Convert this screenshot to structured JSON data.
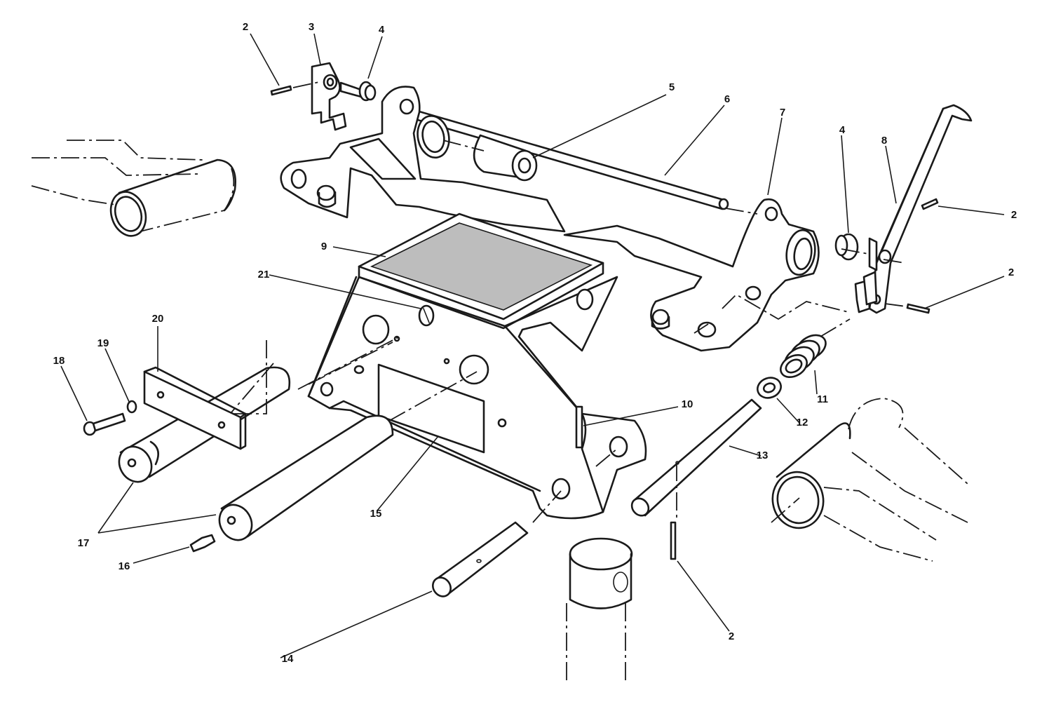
{
  "callouts": [
    {
      "id": "c2a",
      "label": "2"
    },
    {
      "id": "c3",
      "label": "3"
    },
    {
      "id": "c4a",
      "label": "4"
    },
    {
      "id": "c5",
      "label": "5"
    },
    {
      "id": "c6",
      "label": "6"
    },
    {
      "id": "c7",
      "label": "7"
    },
    {
      "id": "c4b",
      "label": "4"
    },
    {
      "id": "c8",
      "label": "8"
    },
    {
      "id": "c2b",
      "label": "2"
    },
    {
      "id": "c2c",
      "label": "2"
    },
    {
      "id": "c9",
      "label": "9"
    },
    {
      "id": "c21",
      "label": "21"
    },
    {
      "id": "c20",
      "label": "20"
    },
    {
      "id": "c19",
      "label": "19"
    },
    {
      "id": "c18",
      "label": "18"
    },
    {
      "id": "c10",
      "label": "10"
    },
    {
      "id": "c11",
      "label": "11"
    },
    {
      "id": "c12",
      "label": "12"
    },
    {
      "id": "c13",
      "label": "13"
    },
    {
      "id": "c15",
      "label": "15"
    },
    {
      "id": "c17",
      "label": "17"
    },
    {
      "id": "c16",
      "label": "16"
    },
    {
      "id": "c14",
      "label": "14"
    },
    {
      "id": "c2d",
      "label": "2"
    }
  ]
}
